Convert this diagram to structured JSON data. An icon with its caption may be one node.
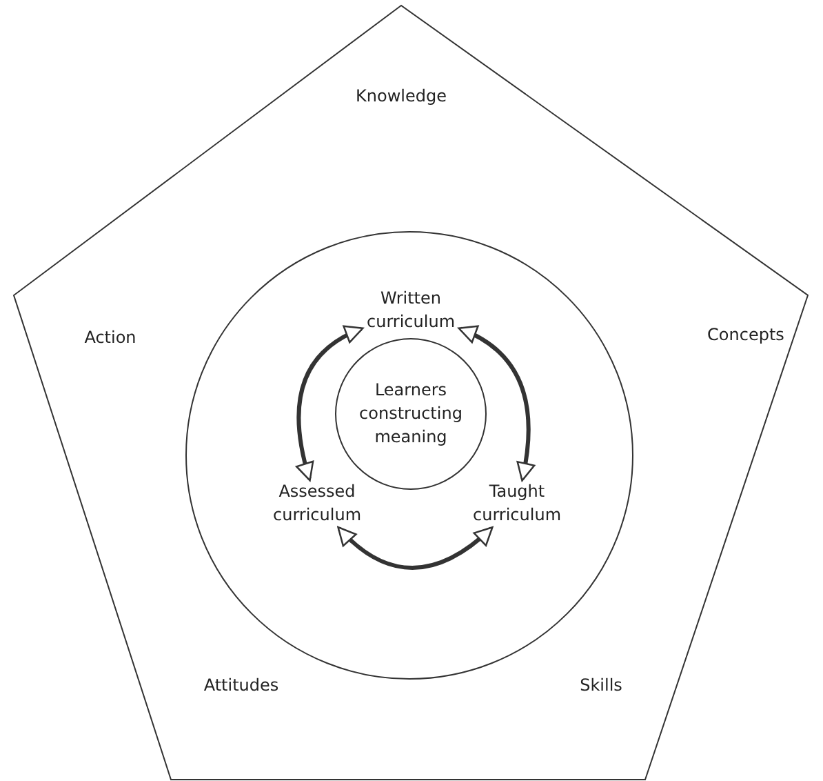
{
  "diagram": {
    "nodes": [
      {
        "text": [
          "Knowledge",
          "Action",
          "Concepts",
          "Attitudes",
          "Skills"
        ]
      },
      {
        "text": [],
        "shape": "circle",
        "in": 0
      },
      {
        "text": [
          "Written curriculum"
        ],
        "in": 1
      },
      {
        "text": [
          "Assessed curriculum"
        ],
        "in": 1
      },
      {
        "text": [
          "Learners constructing meaning"
        ],
        "in": 1
      },
      {
        "text": [
          "Taught curriculum"
        ],
        "in": 1
      }
    ],
    "edges": [
      {
        "from": 2,
        "to": 3,
        "arrow": "both"
      },
      {
        "from": 2,
        "to": 5,
        "arrow": "both"
      },
      {
        "from": 3,
        "to": 5,
        "arrow": "both"
      }
    ]
  }
}
